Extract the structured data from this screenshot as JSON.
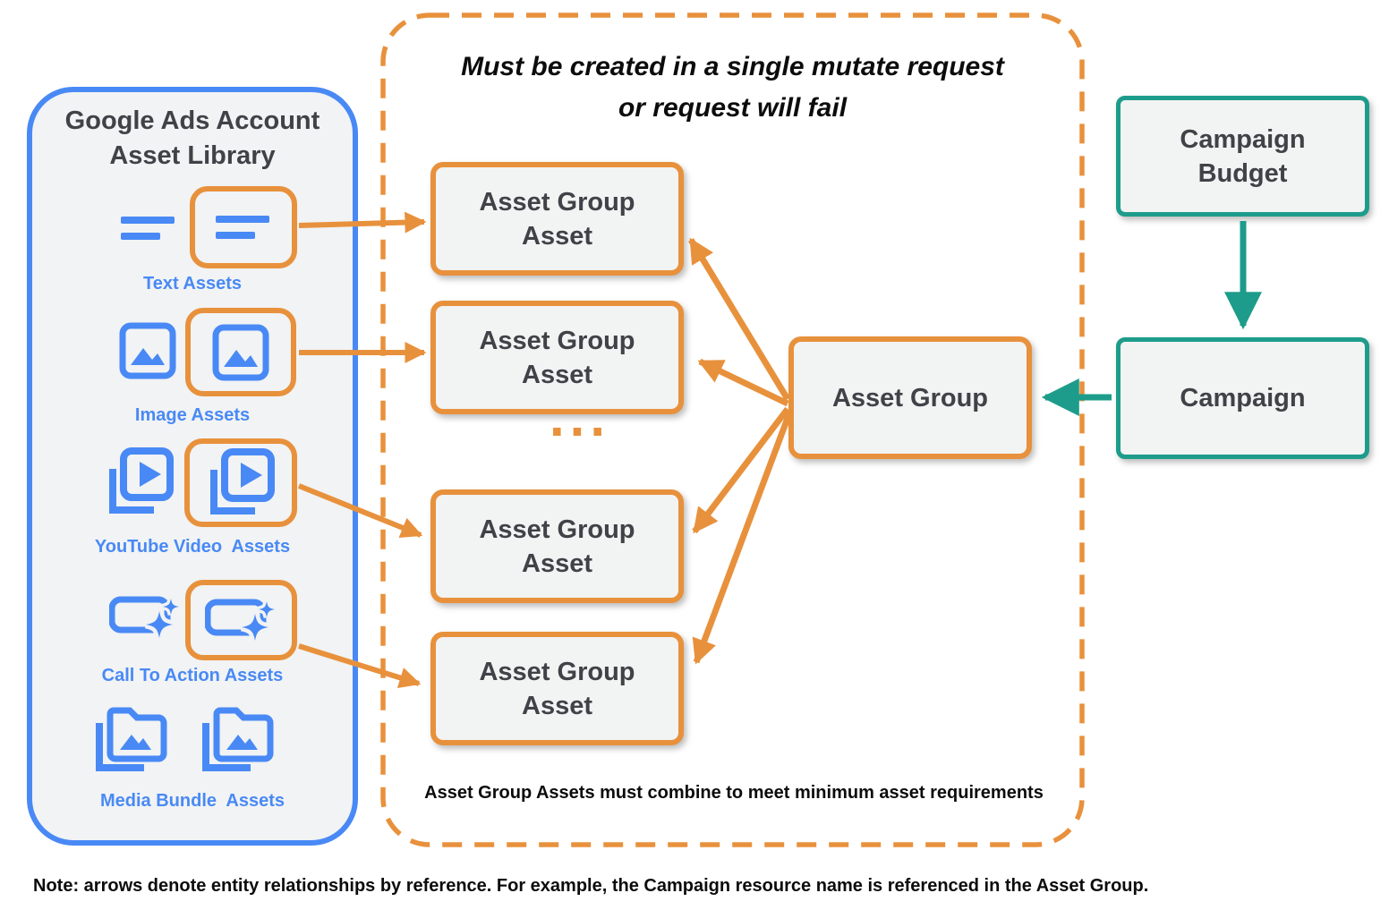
{
  "colors": {
    "orange": "#E8913C",
    "blue": "#4989F5",
    "teal": "#1E9C8B",
    "panel_fill": "#F1F3F4",
    "box_fill": "#F2F3F3",
    "dark_text": "#3F4347",
    "black_text": "#0C0C0C"
  },
  "left_panel": {
    "title_line1": "Google Ads Account",
    "title_line2": "Asset Library",
    "items": [
      {
        "label": "Text Assets"
      },
      {
        "label": "Image Assets"
      },
      {
        "label": "YouTube Video  Assets"
      },
      {
        "label": "Call To Action Assets"
      },
      {
        "label": "Media Bundle  Assets"
      }
    ]
  },
  "mutate_group": {
    "title_line1": "Must be created in a single mutate request",
    "title_line2": "or request will fail",
    "ellipsis": "...",
    "boxes": [
      {
        "label": "Asset Group Asset"
      },
      {
        "label": "Asset Group Asset"
      },
      {
        "label": "Asset Group Asset"
      },
      {
        "label": "Asset Group Asset"
      }
    ],
    "caption": "Asset Group Assets must combine to meet minimum asset requirements"
  },
  "asset_group": {
    "label": "Asset Group"
  },
  "campaign_budget": {
    "label": "Campaign Budget"
  },
  "campaign": {
    "label": "Campaign"
  },
  "note": "Note: arrows denote entity relationships by reference. For example, the Campaign resource name is referenced in the Asset Group."
}
